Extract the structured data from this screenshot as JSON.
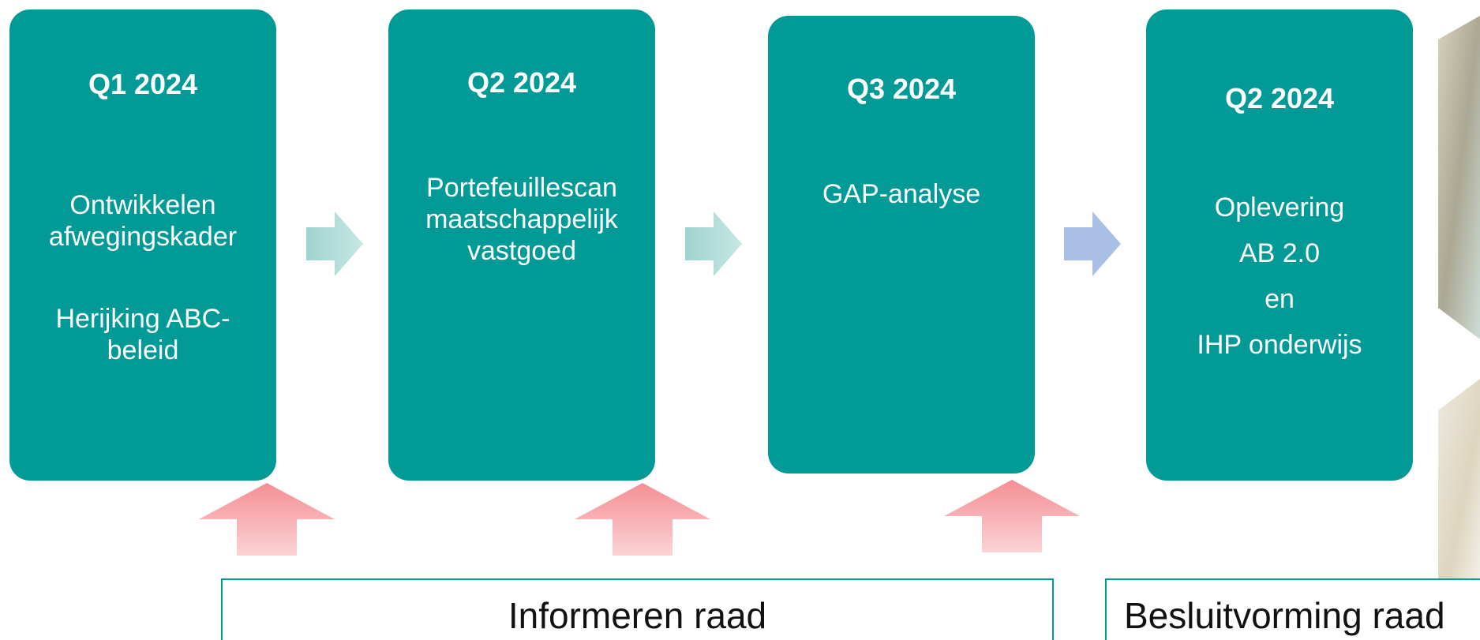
{
  "cards": [
    {
      "quarter": "Q1 2024",
      "lines": [
        "Ontwikkelen",
        "afwegingskader",
        "",
        "Herijking ABC-",
        "beleid"
      ]
    },
    {
      "quarter": "Q2 2024",
      "lines": [
        "Portefeuillescan",
        "maatschappelijk",
        "vastgoed"
      ]
    },
    {
      "quarter": "Q3 2024",
      "lines": [
        "GAP-analyse"
      ]
    },
    {
      "quarter": "Q2 2024",
      "lines": [
        "Oplevering",
        "AB 2.0",
        "en",
        "IHP onderwijs"
      ]
    }
  ],
  "labels": {
    "informeren": "Informeren raad",
    "besluitvorming": "Besluitvorming raad"
  },
  "colors": {
    "card": "#019a96",
    "arrow_teal": "#9fd4cf",
    "arrow_blue": "#a9bfe6",
    "arrow_red": "#f48f94"
  }
}
